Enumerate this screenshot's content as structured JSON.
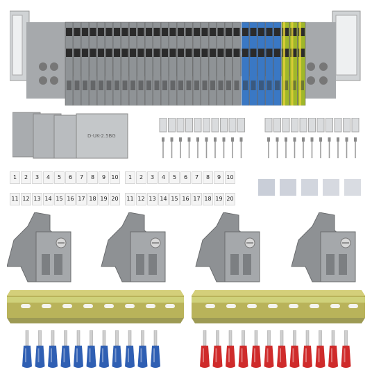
{
  "product": {
    "end_cover_label": "D-UK-2.5BG",
    "marker_numbers_row1": [
      "1",
      "2",
      "3",
      "4",
      "5",
      "6",
      "7",
      "8",
      "9",
      "10"
    ],
    "marker_numbers_row2": [
      "11",
      "12",
      "13",
      "14",
      "15",
      "16",
      "17",
      "18",
      "19",
      "20"
    ]
  },
  "colors": {
    "terminal_grey": "#8f9396",
    "terminal_blue": "#3a78c4",
    "terminal_green_yellow": "#9fb72a",
    "ferrule_blue": "#2f5fb3",
    "ferrule_red": "#cf2b2b",
    "rail_tint": "#b9b35a"
  }
}
